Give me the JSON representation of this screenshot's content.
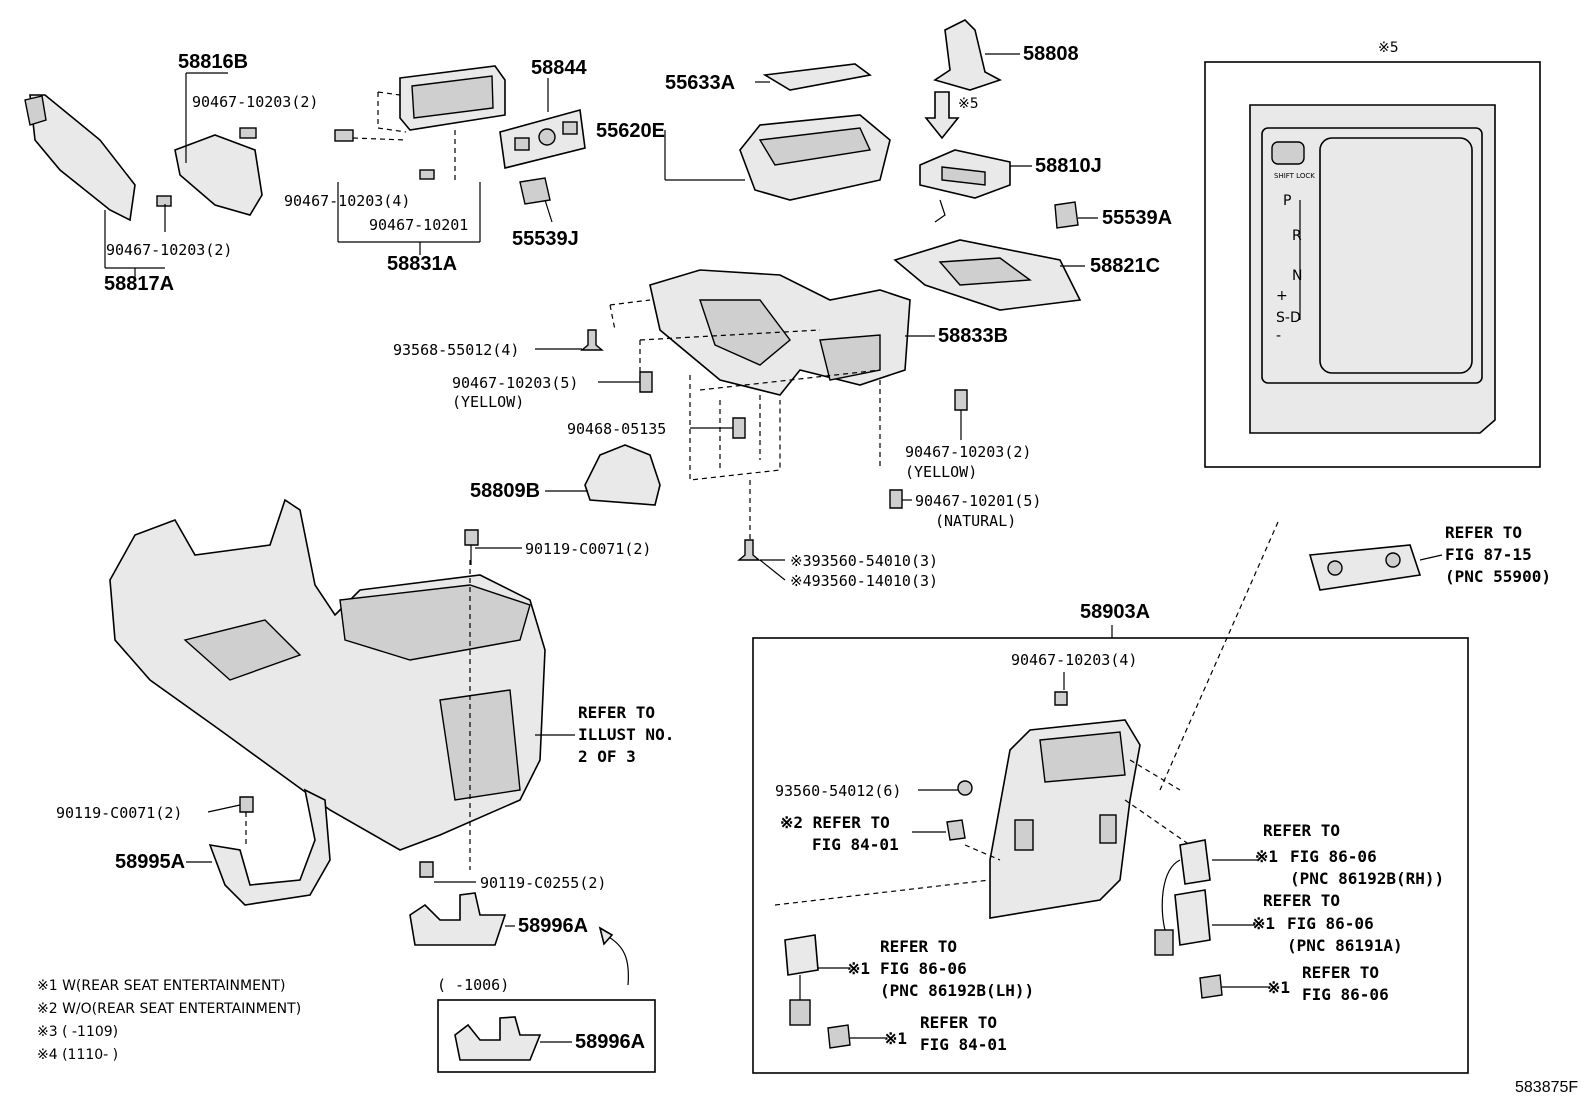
{
  "parts": {
    "p58816B": "58816B",
    "p90467_10203_2a": "90467-10203(2)",
    "p90467_10203_2b": "90467-10203(2)",
    "p58817A": "58817A",
    "p58844": "58844",
    "p55620E": "55620E",
    "p90467_10203_4a": "90467-10203(4)",
    "p90467_10201": "90467-10201",
    "p55539J": "55539J",
    "p58831A": "58831A",
    "p55633A": "55633A",
    "p58808": "58808",
    "p58810J": "58810J",
    "p55539A": "55539A",
    "p58821C": "58821C",
    "p93568_55012_4": "93568-55012(4)",
    "p58833B": "58833B",
    "p90467_10203_5": "90467-10203(5)",
    "p90468_05135": "90468-05135",
    "p90467_10203_2c": "90467-10203(2)",
    "p58809B": "58809B",
    "p90467_10201_5": "90467-10201(5)",
    "p90119_C0071_2a": "90119-C0071(2)",
    "p93560_54010_3": "※393560-54010(3)",
    "p93560_14010_3": "※493560-14010(3)",
    "p58903A": "58903A",
    "p90467_10203_4b": "90467-10203(4)",
    "p93560_54012_6": "93560-54012(6)",
    "p90119_C0071_2b": "90119-C0071(2)",
    "p58995A": "58995A",
    "p90119_C0255_2": "90119-C0255(2)",
    "p58996A_a": "58996A",
    "p58996A_b": "58996A"
  },
  "notes": {
    "yellow1": "(YELLOW)",
    "yellow2": "(YELLOW)",
    "natural": "(NATURAL)",
    "range_1006": "(    -1006)",
    "note5_title": "※5",
    "note5_arrow": "※5"
  },
  "references": {
    "ref_illust": [
      "REFER TO",
      "ILLUST NO.",
      "2 OF 3"
    ],
    "ref_87_15": [
      "REFER TO",
      "FIG 87-15",
      "(PNC 55900)"
    ],
    "ref_84_01_a": [
      "※2 REFER TO",
      "FIG 84-01"
    ],
    "ref_86_06_rh": [
      "REFER TO",
      "FIG 86-06",
      "(PNC 86192B(RH))"
    ],
    "ref_86_06_91a": [
      "REFER TO",
      "FIG 86-06",
      "(PNC 86191A)"
    ],
    "ref_86_06_lh": [
      "REFER TO",
      "FIG 86-06",
      "(PNC 86192B(LH))"
    ],
    "ref_86_06_d": [
      "REFER TO",
      "FIG 86-06"
    ],
    "ref_84_01_b": [
      "REFER TO",
      "FIG 84-01"
    ],
    "mark1": "※1"
  },
  "shift": {
    "lock": "SHIFT LOCK",
    "p": "P",
    "r": "R",
    "n": "N",
    "d": "S-D",
    "plus": "+",
    "minus": "-"
  },
  "legend": [
    "※1 W(REAR SEAT ENTERTAINMENT)",
    "※2 W/O(REAR SEAT ENTERTAINMENT)",
    "※3 (    -1109)",
    "※4 (1110-    )"
  ],
  "figure_id": "583875F"
}
